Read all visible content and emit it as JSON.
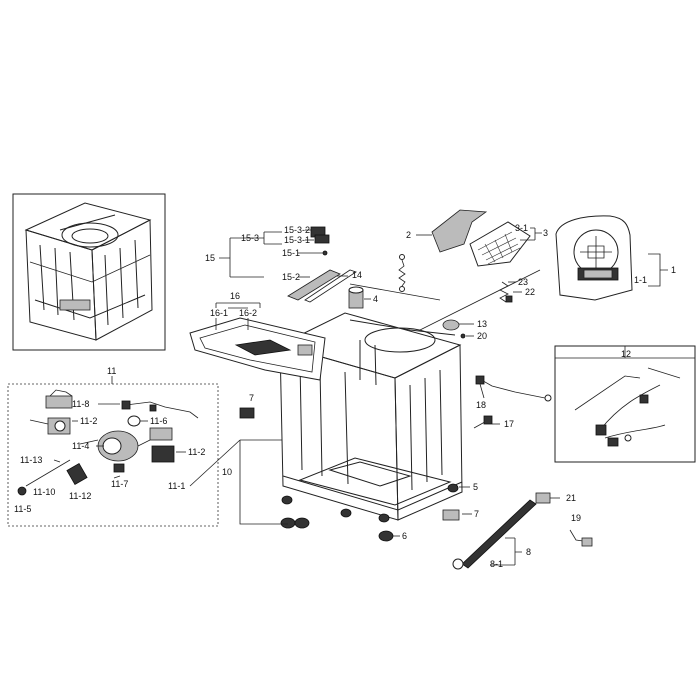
{
  "callouts": [
    {
      "id": "c1",
      "text": "1"
    },
    {
      "id": "c1-1",
      "text": "1-1"
    },
    {
      "id": "c2",
      "text": "2"
    },
    {
      "id": "c3",
      "text": "3"
    },
    {
      "id": "c3-1",
      "text": "3-1"
    },
    {
      "id": "c4",
      "text": "4"
    },
    {
      "id": "c5",
      "text": "5"
    },
    {
      "id": "c6",
      "text": "6"
    },
    {
      "id": "c7a",
      "text": "7"
    },
    {
      "id": "c7b",
      "text": "7"
    },
    {
      "id": "c8",
      "text": "8"
    },
    {
      "id": "c8-1",
      "text": "8-1"
    },
    {
      "id": "c10",
      "text": "10"
    },
    {
      "id": "c11",
      "text": "11"
    },
    {
      "id": "c11-1",
      "text": "11-1"
    },
    {
      "id": "c11-2a",
      "text": "11-2"
    },
    {
      "id": "c11-2b",
      "text": "11-2"
    },
    {
      "id": "c11-4",
      "text": "11-4"
    },
    {
      "id": "c11-5",
      "text": "11-5"
    },
    {
      "id": "c11-6",
      "text": "11-6"
    },
    {
      "id": "c11-7",
      "text": "11-7"
    },
    {
      "id": "c11-8",
      "text": "11-8"
    },
    {
      "id": "c11-10",
      "text": "11-10"
    },
    {
      "id": "c11-12",
      "text": "11-12"
    },
    {
      "id": "c11-13",
      "text": "11-13"
    },
    {
      "id": "c12",
      "text": "12"
    },
    {
      "id": "c13",
      "text": "13"
    },
    {
      "id": "c14",
      "text": "14"
    },
    {
      "id": "c15",
      "text": "15"
    },
    {
      "id": "c15-1",
      "text": "15-1"
    },
    {
      "id": "c15-2",
      "text": "15-2"
    },
    {
      "id": "c15-3",
      "text": "15-3"
    },
    {
      "id": "c15-3-1",
      "text": "15-3-1"
    },
    {
      "id": "c15-3-2",
      "text": "15-3-2"
    },
    {
      "id": "c16",
      "text": "16"
    },
    {
      "id": "c16-1",
      "text": "16-1"
    },
    {
      "id": "c16-2",
      "text": "16-2"
    },
    {
      "id": "c17",
      "text": "17"
    },
    {
      "id": "c18",
      "text": "18"
    },
    {
      "id": "c19",
      "text": "19"
    },
    {
      "id": "c20",
      "text": "20"
    },
    {
      "id": "c21",
      "text": "21"
    },
    {
      "id": "c22",
      "text": "22"
    },
    {
      "id": "c23",
      "text": "23"
    }
  ]
}
